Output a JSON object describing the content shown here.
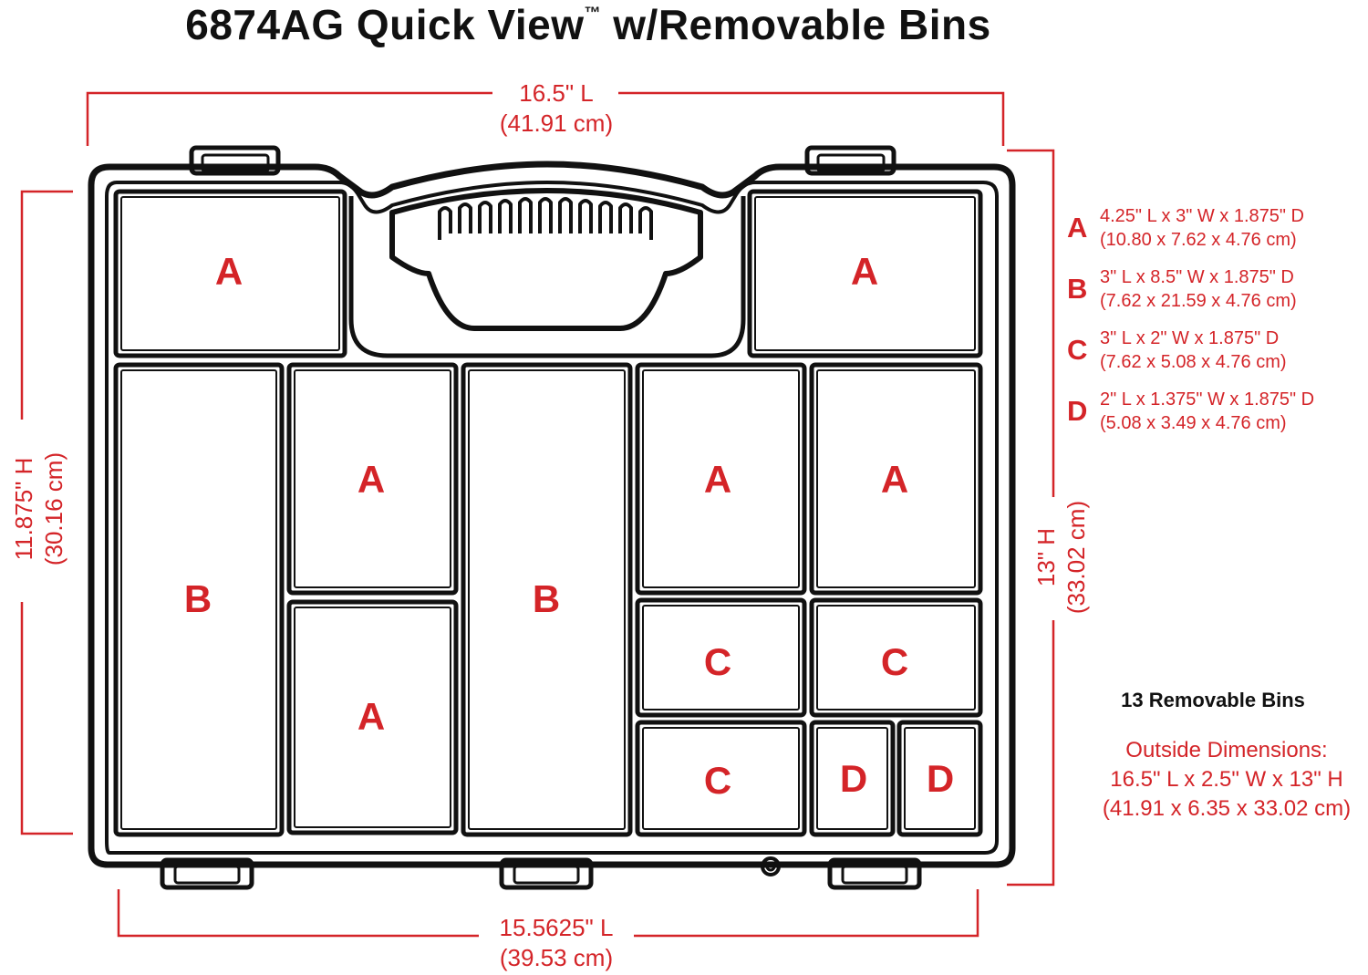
{
  "title": {
    "main": "6874AG Quick View",
    "tm": "™",
    "rest": " w/Removable Bins"
  },
  "dimensions": {
    "top_length": "16.5\" L",
    "top_length_cm": "(41.91 cm)",
    "bottom_length": "15.5625\" L",
    "bottom_length_cm": "(39.53 cm)",
    "left_height": "11.875\" H",
    "left_height_cm": "(30.16 cm)",
    "right_height": "13\" H",
    "right_height_cm": "(33.02 cm)"
  },
  "legend": [
    {
      "letter": "A",
      "line1": "4.25\" L x 3\" W x 1.875\" D",
      "line2": "(10.80 x 7.62 x 4.76 cm)"
    },
    {
      "letter": "B",
      "line1": "3\" L x 8.5\" W x 1.875\" D",
      "line2": "(7.62 x 21.59 x 4.76 cm)"
    },
    {
      "letter": "C",
      "line1": "3\" L x 2\" W x 1.875\" D",
      "line2": "(7.62 x 5.08 x 4.76 cm)"
    },
    {
      "letter": "D",
      "line1": "2\" L x 1.375\" W x 1.875\" D",
      "line2": "(5.08 x 3.49 x 4.76 cm)"
    }
  ],
  "bins_count": "13 Removable Bins",
  "outside": {
    "label": "Outside Dimensions:",
    "line1": "16.5\" L x 2.5\" W x 13\" H",
    "line2": "(41.91 x 6.35 x 33.02 cm)"
  },
  "bins": [
    "A",
    "A",
    "B",
    "A",
    "A",
    "B",
    "A",
    "A",
    "C",
    "C",
    "C",
    "D",
    "D"
  ],
  "colors": {
    "accent": "#d42428",
    "outline": "#111111"
  }
}
